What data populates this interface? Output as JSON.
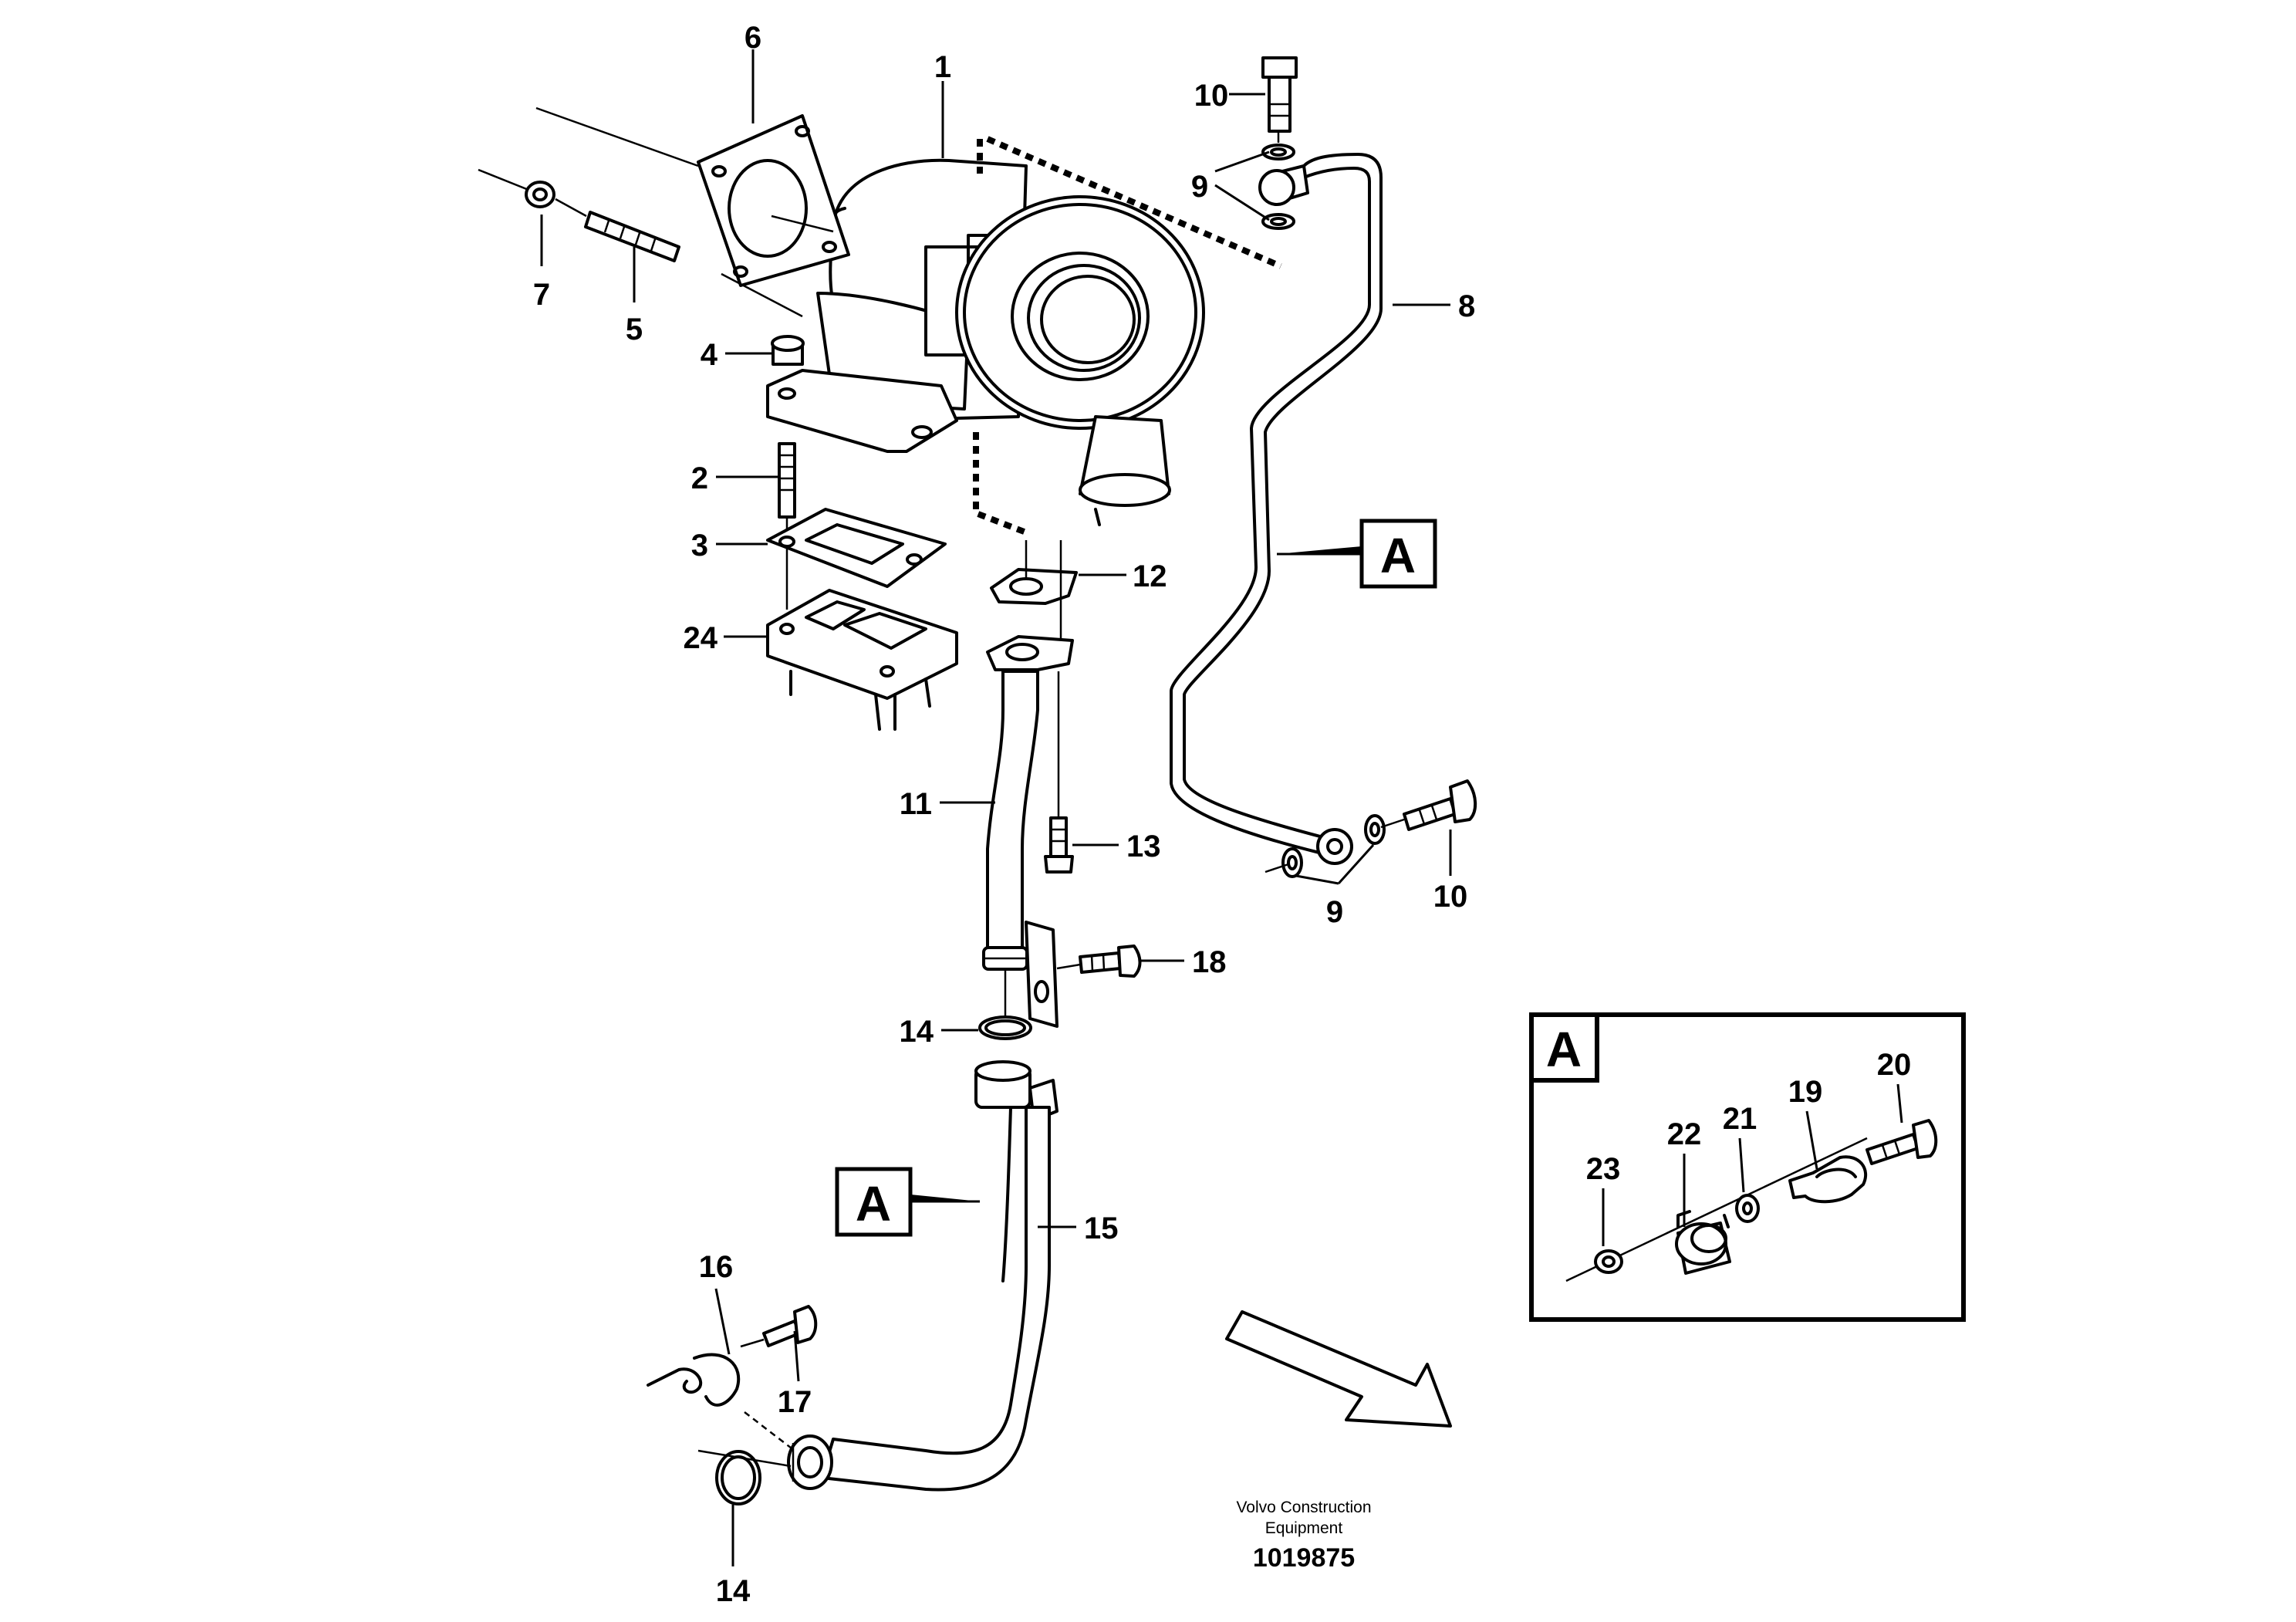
{
  "callouts": {
    "c1": "1",
    "c2": "2",
    "c3": "3",
    "c4": "4",
    "c5": "5",
    "c6": "6",
    "c7": "7",
    "c8": "8",
    "c9a": "9",
    "c9b": "9",
    "c10a": "10",
    "c10b": "10",
    "c11": "11",
    "c12": "12",
    "c13": "13",
    "c14a": "14",
    "c14b": "14",
    "c15": "15",
    "c16": "16",
    "c17": "17",
    "c18": "18",
    "c19": "19",
    "c20": "20",
    "c21": "21",
    "c22": "22",
    "c23": "23",
    "c24": "24"
  },
  "section_labels": {
    "pipe_upper": "A",
    "pipe_lower": "A",
    "detail_box": "A"
  },
  "footer": {
    "credit_line1": "Volvo Construction",
    "credit_line2": "Equipment",
    "document_number": "1019875"
  }
}
